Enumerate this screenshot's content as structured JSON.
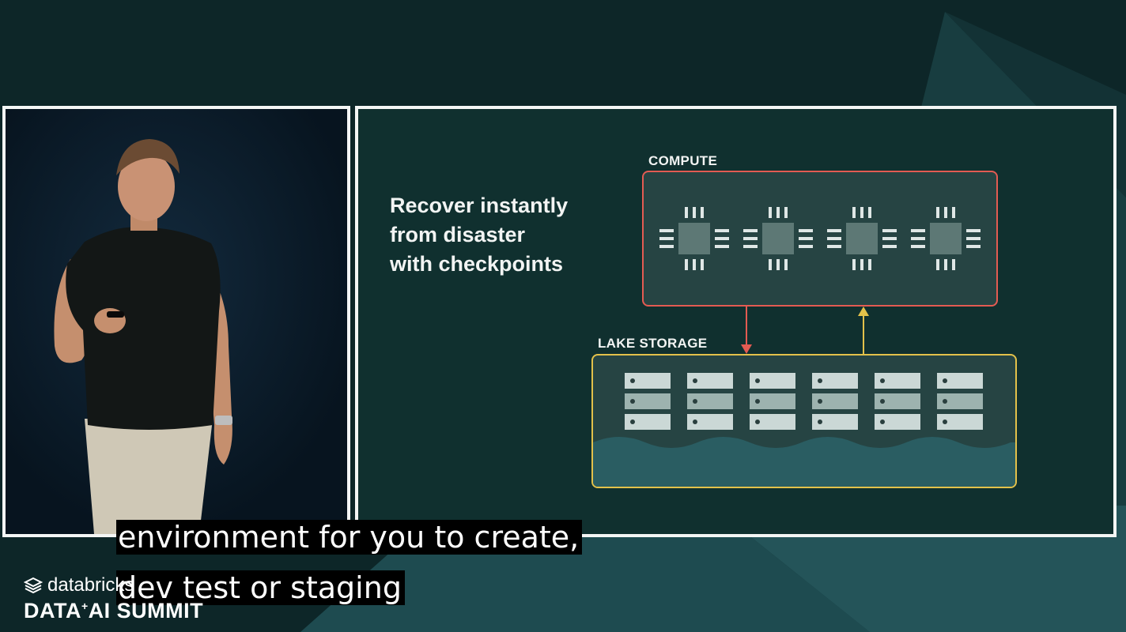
{
  "slide": {
    "headline": "Recover instantly\nfrom disaster\nwith checkpoints",
    "compute_label": "COMPUTE",
    "lake_storage_label": "LAKE STORAGE",
    "compute_chip_count": 4,
    "storage_server_count": 6,
    "colors": {
      "compute_border": "#e35b52",
      "storage_border": "#e3c14a",
      "water": "#2a5d62"
    }
  },
  "captions": [
    "environment for you to create,",
    "dev test or staging"
  ],
  "branding": {
    "small": "databricks",
    "big_left": "DATA",
    "big_plus": "+",
    "big_right": "AI SUMMIT",
    "icon": "databricks-layers-icon"
  }
}
